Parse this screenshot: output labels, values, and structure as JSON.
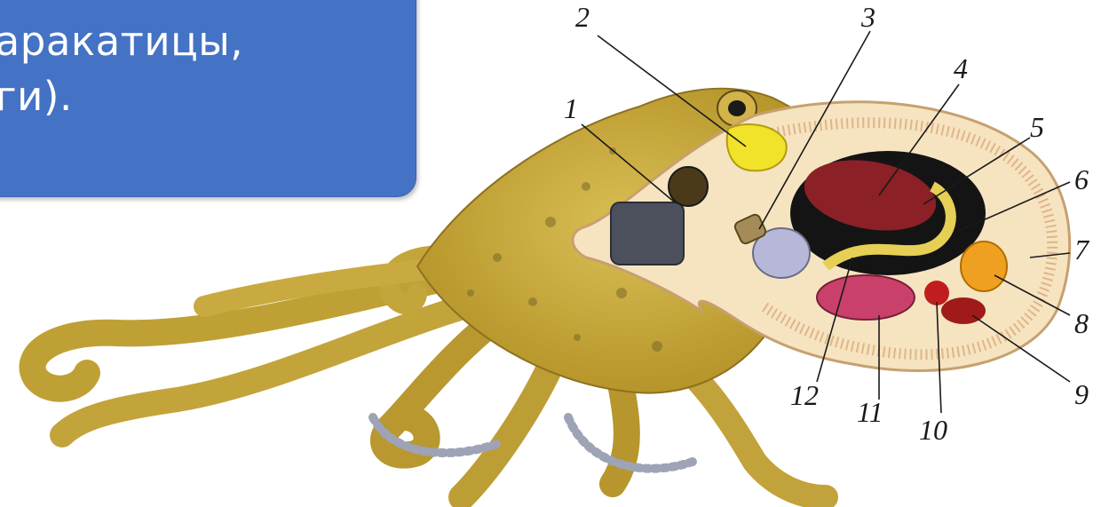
{
  "slide": {
    "line1": "каракатицы,",
    "line2": "оги)."
  },
  "diagram": {
    "labels": [
      "1",
      "2",
      "3",
      "4",
      "5",
      "6",
      "7",
      "8",
      "9",
      "10",
      "11",
      "12"
    ],
    "colors": {
      "body": "#c8ad3c",
      "mantle": "#f6e4c0",
      "organ_dark": "#141414",
      "gill": "#8b2027",
      "ganglion": "#f1e22a",
      "ink": "#4c4f5c"
    }
  }
}
